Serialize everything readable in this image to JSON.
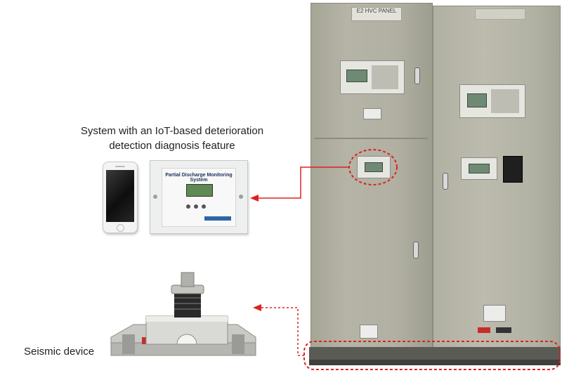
{
  "captions": {
    "iot_line1": "System with an IoT-based deterioration",
    "iot_line2": "detection diagnosis feature",
    "seismic": "Seismic device"
  },
  "panel": {
    "nameplate": "E2  HVC PANEL"
  },
  "monitor": {
    "title": "Partial Discharge Monitoring System"
  },
  "colors": {
    "arrow": "#e02020",
    "highlight": "#e02020",
    "panel": "#b3b2a4"
  },
  "icons": [
    "smartphone-icon",
    "arrow-left-icon"
  ]
}
